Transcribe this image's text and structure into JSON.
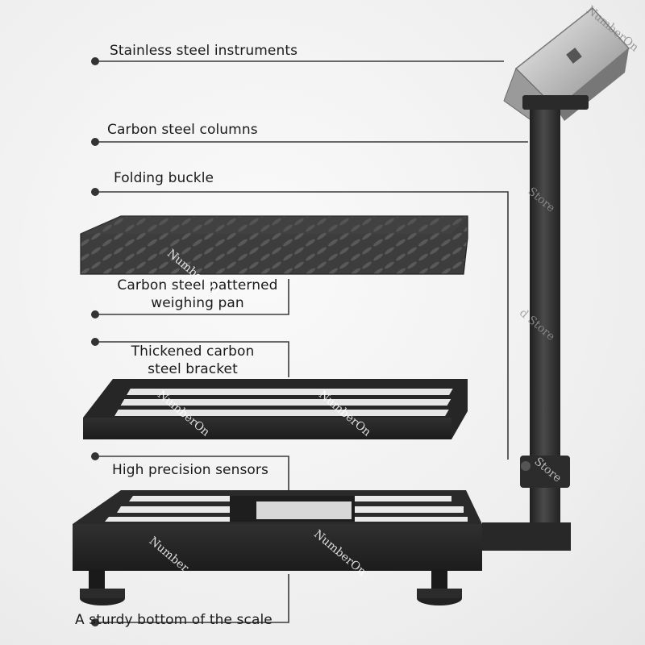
{
  "labels": {
    "instruments": "Stainless steel instruments",
    "columns": "Carbon steel columns",
    "buckle": "Folding buckle",
    "pan_line1": "Carbon steel patterned",
    "pan_line2": "weighing pan",
    "bracket_line1": "Thickened carbon",
    "bracket_line2": "steel bracket",
    "sensors": "High precision sensors",
    "bottom": "A sturdy bottom of the scale"
  },
  "watermarks": {
    "w1": "NumberOn",
    "w2": "Store",
    "w3": "NumberOn",
    "w4": "d Store",
    "w5": "NumberOn",
    "w6": "Store",
    "w7": "NumberOn",
    "w8": "NumberOn",
    "w9": "Number"
  },
  "colors": {
    "metal_dark": "#2b2b2b",
    "metal_mid": "#3a3a3a",
    "steel": "#c8c8c8",
    "line": "#3a3a3a"
  }
}
